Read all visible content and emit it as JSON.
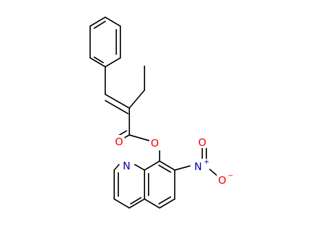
{
  "molecule": {
    "atoms": [
      {
        "id": "o_ether",
        "label": "O",
        "color": "#ff0000"
      },
      {
        "id": "o_carbonyl",
        "label": "O",
        "color": "#ff0000"
      },
      {
        "id": "n_quinoline",
        "label": "N",
        "color": "#0000aa"
      },
      {
        "id": "n_nitro",
        "label": "N",
        "color": "#0000aa"
      },
      {
        "id": "o_nitro_top",
        "label": "O",
        "color": "#ff0000"
      },
      {
        "id": "o_nitro_bottom",
        "label": "O",
        "color": "#ff0000"
      }
    ],
    "charges": {
      "n_nitro": "+",
      "o_nitro_bottom": "−"
    }
  }
}
